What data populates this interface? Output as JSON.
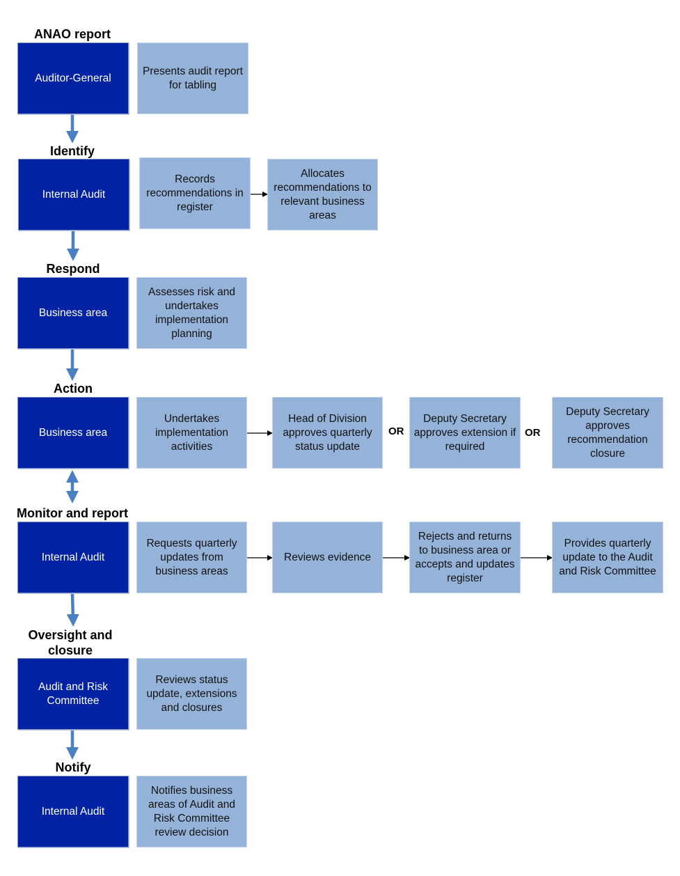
{
  "stages": [
    {
      "title": "ANAO report",
      "actor": "Auditor-General",
      "steps": [
        "Presents audit report for tabling"
      ]
    },
    {
      "title": "Identify",
      "actor": "Internal Audit",
      "steps": [
        "Records recommendations in register",
        "Allocates recommendations to relevant business areas"
      ]
    },
    {
      "title": "Respond",
      "actor": "Business area",
      "steps": [
        "Assesses risk and undertakes implementation planning"
      ]
    },
    {
      "title": "Action",
      "actor": "Business area",
      "steps": [
        "Undertakes implementation activities",
        "Head of Division approves quarterly status update",
        "Deputy Secretary approves extension if required",
        "Deputy Secretary approves recommendation closure"
      ],
      "or_labels": [
        "OR",
        "OR"
      ]
    },
    {
      "title": "Monitor and report",
      "actor": "Internal Audit",
      "steps": [
        "Requests quarterly updates from business areas",
        "Reviews evidence",
        "Rejects and returns to business area or accepts and updates register",
        "Provides quarterly update to the Audit and Risk Committee"
      ]
    },
    {
      "title": "Oversight and closure",
      "actor": "Audit and Risk Committee",
      "steps": [
        "Reviews status update, extensions and closures"
      ]
    },
    {
      "title": "Notify",
      "actor": "Internal Audit",
      "steps": [
        "Notifies business areas of Audit and Risk Committee review decision"
      ]
    }
  ],
  "colors": {
    "actor_box": "#0022a3",
    "step_box": "#95b2d9",
    "flow_arrow": "#4a7fc1"
  }
}
